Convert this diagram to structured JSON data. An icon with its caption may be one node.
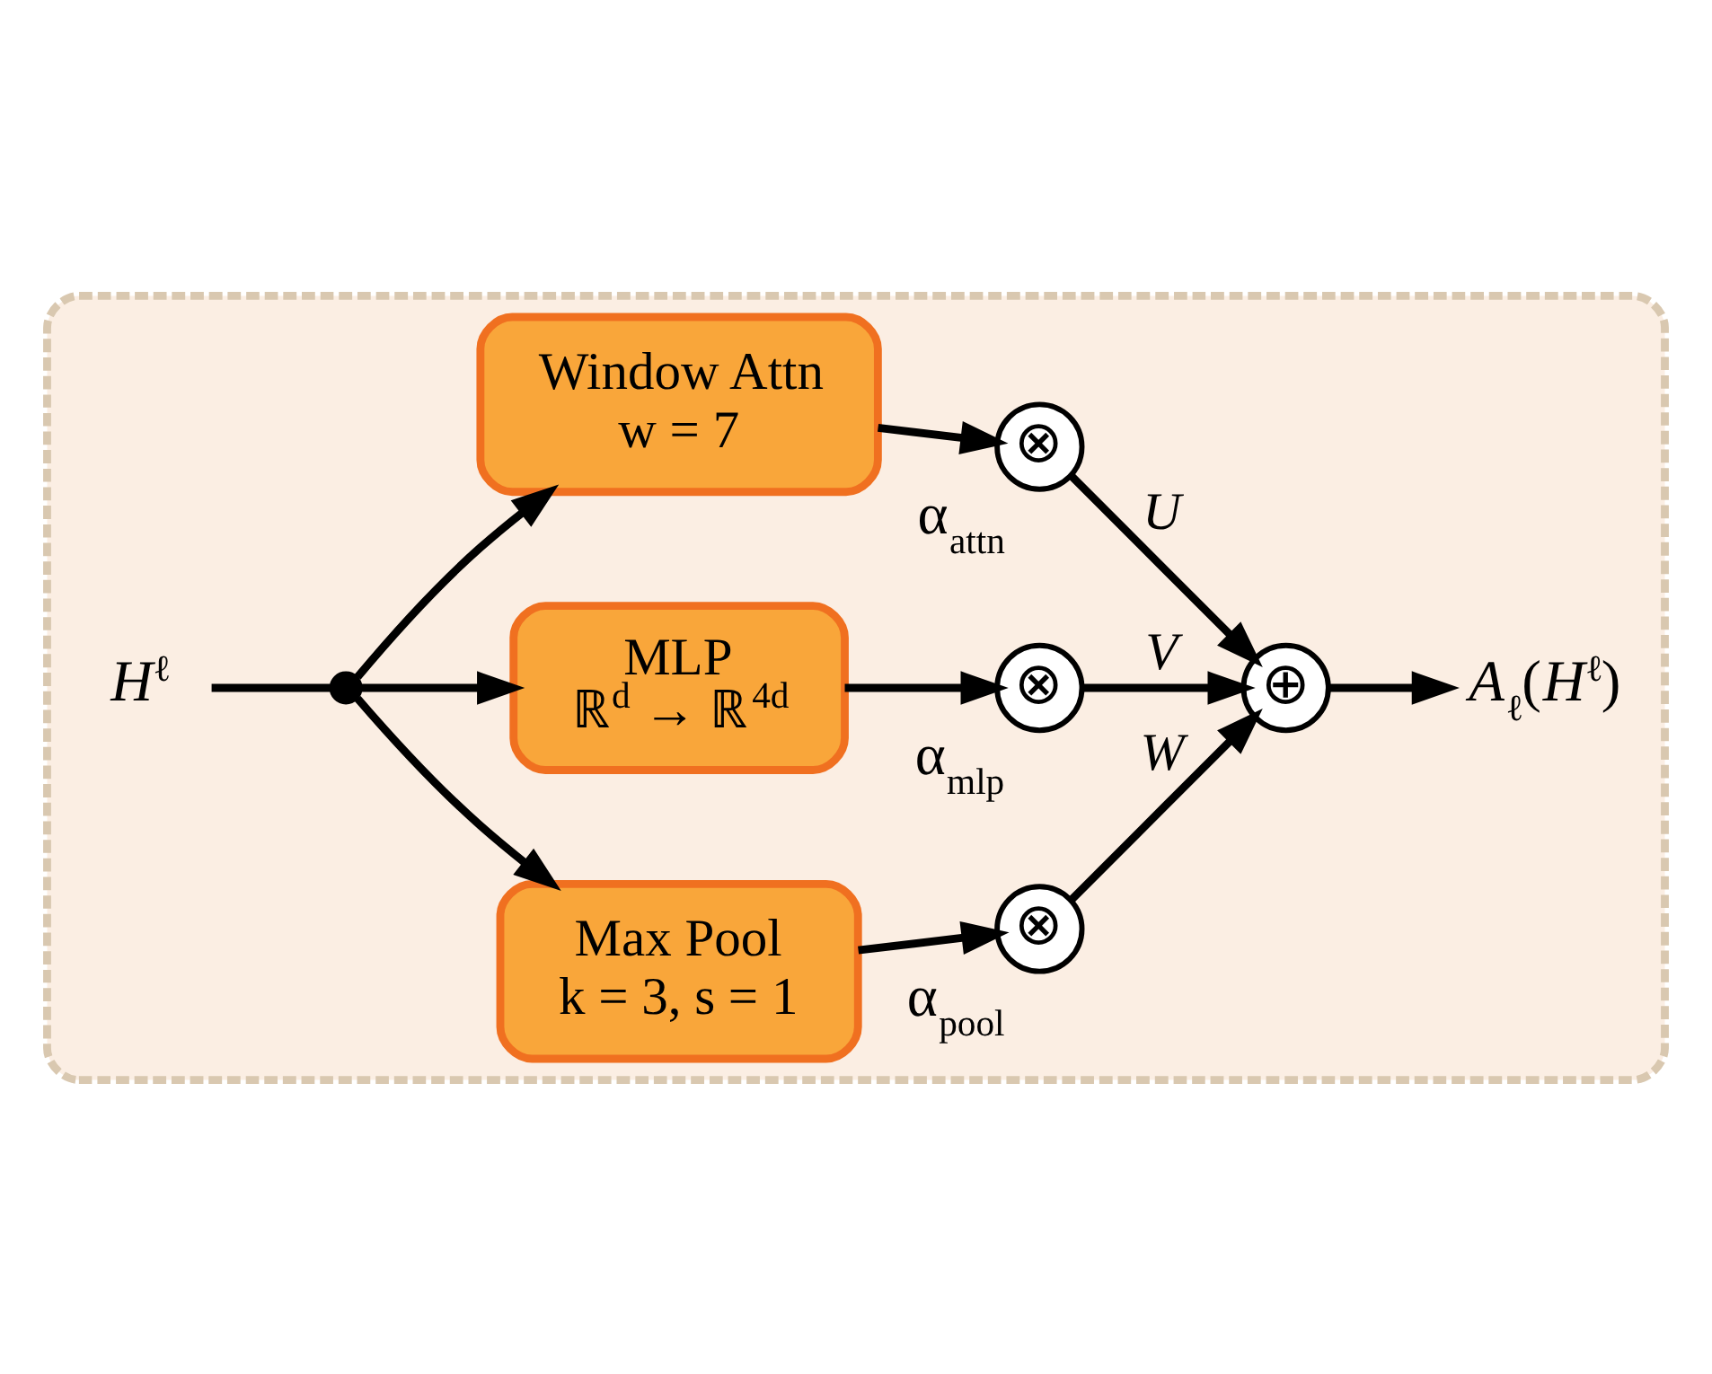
{
  "diagram": {
    "nodes": [
      {
        "text": [],
        "shape": "box"
      },
      {
        "text": [
          "*H*$^{ℓ}$"
        ],
        "in": 0
      },
      {
        "text": [],
        "shape": "circle",
        "in": 0
      },
      {
        "text": [
          "Window Attn",
          "w = 7"
        ],
        "in": 0
      },
      {
        "text": [
          "MLP",
          "ℝ$^{d}$ → ℝ$^{4d}$"
        ],
        "in": 0
      },
      {
        "text": [
          "Max Pool",
          "k = 3, s = 1"
        ],
        "in": 0
      },
      {
        "text": [
          "⊗"
        ],
        "beside": [
          "α$_{attn}$"
        ],
        "in": 0
      },
      {
        "text": [
          "⊗"
        ],
        "beside": [
          "α$_{mlp}$"
        ],
        "in": 0
      },
      {
        "text": [
          "⊗"
        ],
        "beside": [
          "α$_{pool}$"
        ],
        "in": 0
      },
      {
        "text": [
          "⊕"
        ],
        "in": 0
      },
      {
        "text": [
          "*A*$_{ℓ}$(*H*$^{ℓ}$)"
        ],
        "in": 0
      }
    ],
    "edges": [
      {
        "from": 1,
        "to": 2,
        "arrow": "none"
      },
      {
        "from": 2,
        "to": 3,
        "arrow": "to"
      },
      {
        "from": 2,
        "to": 4,
        "arrow": "to"
      },
      {
        "from": 2,
        "to": 5,
        "arrow": "to"
      },
      {
        "from": 3,
        "to": 6,
        "arrow": "to"
      },
      {
        "from": 4,
        "to": 7,
        "arrow": "to"
      },
      {
        "from": 5,
        "to": 8,
        "arrow": "to"
      },
      {
        "from": 6,
        "to": 9,
        "arrow": "to",
        "label": "*U*"
      },
      {
        "from": 7,
        "to": 9,
        "arrow": "to",
        "label": "*V*"
      },
      {
        "from": 8,
        "to": 9,
        "arrow": "to",
        "label": "*W*"
      },
      {
        "from": 9,
        "to": 10,
        "arrow": "to"
      }
    ]
  }
}
